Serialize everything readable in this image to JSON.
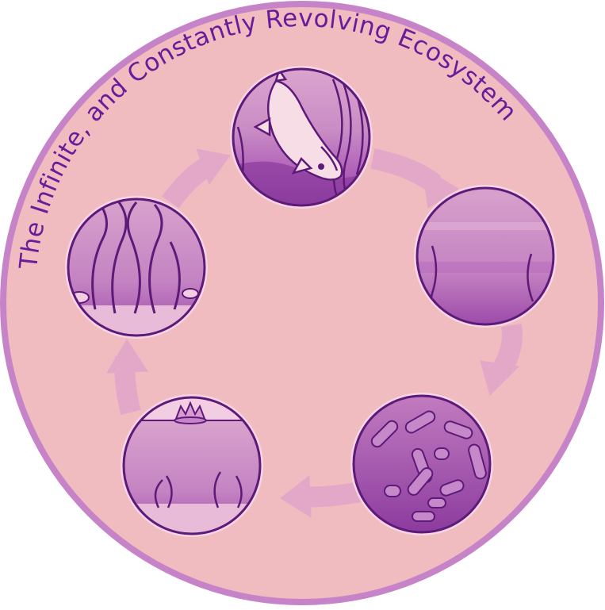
{
  "title": "The Infinite, and Constantly Revolving Ecosystem",
  "colors": {
    "background_disc": "#f0bcc0",
    "outer_ring": "#c783c7",
    "title_text": "#6a1b9a",
    "arrow": "#e3a8c8",
    "panel_dark": "#7a2a8e",
    "panel_mid": "#b060b8",
    "panel_light": "#e6b4d6",
    "panel_outline": "#5d1a78"
  },
  "stages": [
    {
      "name": "fish-in-water",
      "icon": "fish-icon"
    },
    {
      "name": "empty-water",
      "icon": "water-icon"
    },
    {
      "name": "bacteria-decomposition",
      "icon": "bacteria-icon"
    },
    {
      "name": "pond-with-lily",
      "icon": "lily-pond-icon"
    },
    {
      "name": "seaweed-growth",
      "icon": "seaweed-icon"
    }
  ]
}
